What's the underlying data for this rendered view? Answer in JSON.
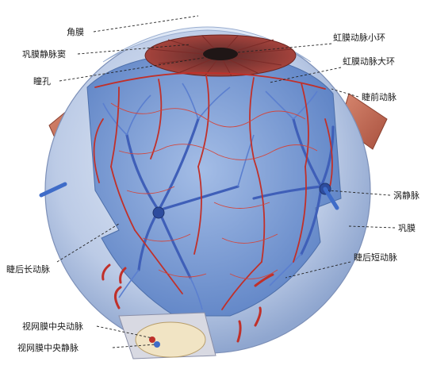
{
  "labels": {
    "cornea": "角膜",
    "scleral_venous_sinus": "巩膜静脉窦",
    "pupil": "瞳孔",
    "minor_arterial_circle_iris": "虹膜动脉小环",
    "major_arterial_circle_iris": "虹膜动脉大环",
    "anterior_ciliary_artery": "睫前动脉",
    "vortex_vein": "涡静脉",
    "sclera": "巩膜",
    "long_posterior_ciliary_artery": "睫后长动脉",
    "short_posterior_ciliary_artery": "睫后短动脉",
    "central_retinal_artery": "视网膜中央动脉",
    "central_retinal_vein": "视网膜中央静脉"
  },
  "colors": {
    "artery": "#c0302a",
    "vein": "#3f6cc8",
    "sclera": "#c9d6ec",
    "choroid": "#7b9fd8",
    "muscle": "#c86e5a",
    "nerve": "#f1e4c4"
  }
}
